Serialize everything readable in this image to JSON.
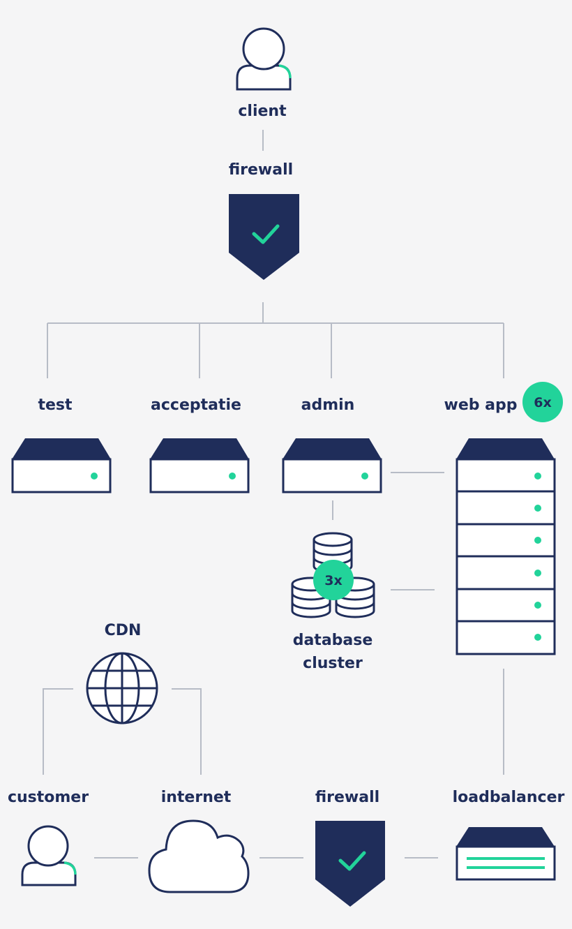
{
  "labels": {
    "client": "client",
    "firewall_top": "firewall",
    "test": "test",
    "acceptatie": "acceptatie",
    "admin": "admin",
    "web_app": "web app",
    "database_line1": "database",
    "database_line2": "cluster",
    "cdn": "CDN",
    "customer": "customer",
    "internet": "internet",
    "firewall_bottom": "firewall",
    "loadbalancer": "loadbalancer"
  },
  "badges": {
    "web_app": "6x",
    "database": "3x"
  },
  "colors": {
    "navy": "#1f2d5a",
    "accent_green": "#22d39a",
    "connector": "#b7bcc6",
    "background": "#f5f5f6"
  },
  "icons": [
    "user-icon",
    "shield-check-icon",
    "server-icon",
    "server-rack-icon",
    "database-stack-icon",
    "globe-icon",
    "cloud-icon",
    "loadbalancer-icon"
  ]
}
